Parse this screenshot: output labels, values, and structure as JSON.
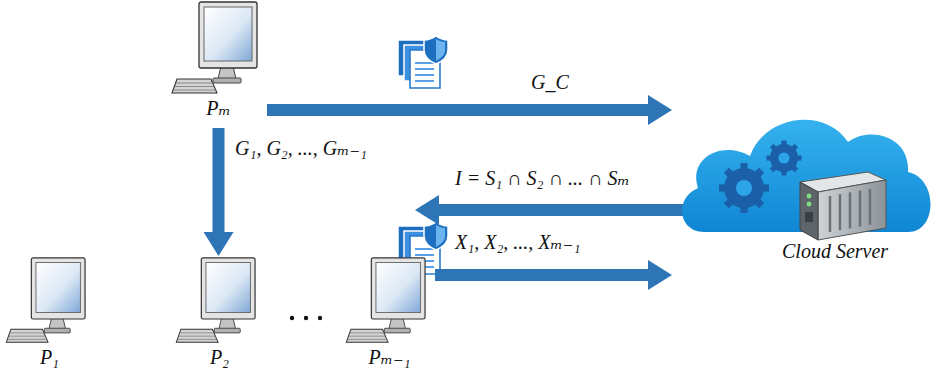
{
  "diagram": {
    "nodes": [
      {
        "text": [
          "Pₘ"
        ]
      },
      {
        "text": [
          "P₁"
        ]
      },
      {
        "text": [
          "P₂"
        ]
      },
      {
        "text": [
          "Pₘ₋₁"
        ]
      },
      {
        "text": [
          "Cloud Server"
        ]
      }
    ],
    "edges": [
      {
        "from": 0,
        "to": 4,
        "label": "G_C",
        "arrow": "to"
      },
      {
        "from": 0,
        "to": 2,
        "label": "G₁, G₂, ..., Gₘ₋₁",
        "arrow": "to"
      },
      {
        "from": 3,
        "to": 4,
        "label": "X₁, X₂, ..., Xₘ₋₁",
        "arrow": "to"
      }
    ],
    "labels": [
      "I = S₁ ∩ S₂ ∩ ... ∩ Sₘ"
    ]
  }
}
